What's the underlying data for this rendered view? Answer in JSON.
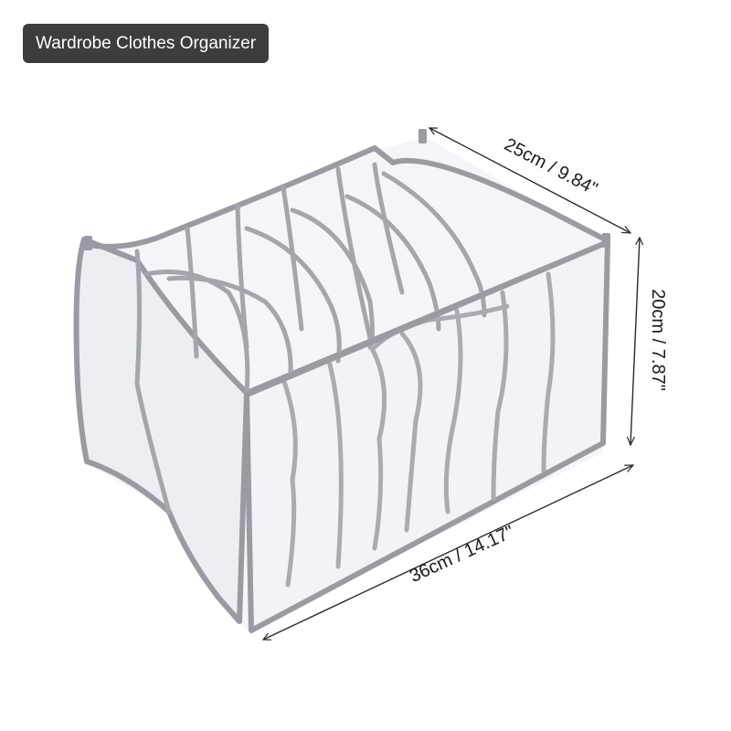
{
  "title_badge": "Wardrobe Clothes Organizer",
  "dimensions": {
    "depth": "25cm / 9.84\"",
    "height": "20cm / 7.87\"",
    "width": "36cm / 14.17\""
  },
  "colors": {
    "badge_bg": "#3d3d3d",
    "badge_text": "#ffffff",
    "trim": "#9a9aa3",
    "mesh": "#eef0f4",
    "dimension_line": "#2a2a2a"
  }
}
